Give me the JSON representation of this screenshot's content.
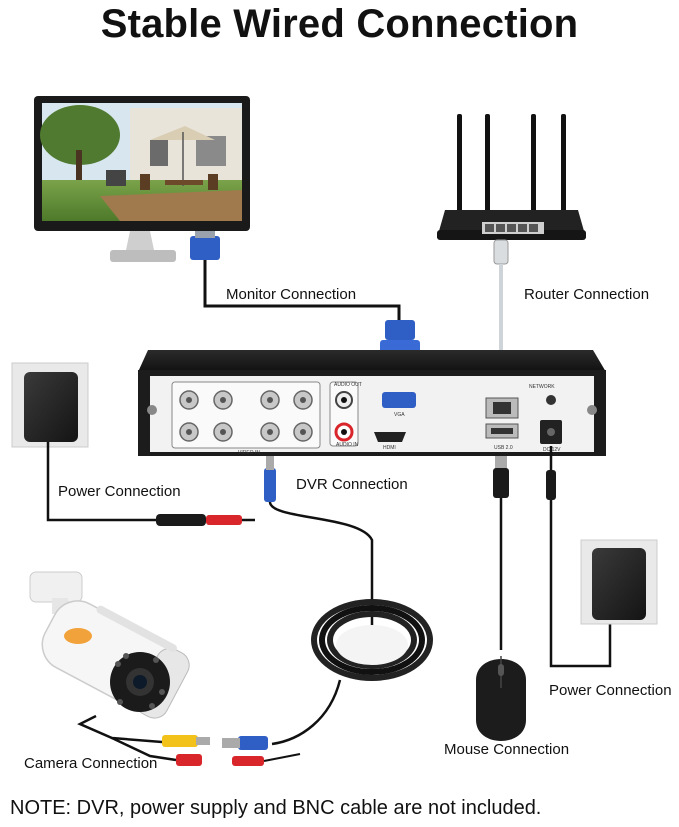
{
  "title": "Stable Wired Connection",
  "labels": {
    "monitor": "Monitor Connection",
    "router": "Router Connection",
    "power_left": "Power Connection",
    "dvr": "DVR Connection",
    "power_right": "Power Connection",
    "mouse": "Mouse Connection",
    "camera": "Camera Connection"
  },
  "dvr_panel": {
    "audio_out": "AUDIO OUT",
    "audio_in": "AUDIO IN",
    "vga": "VGA",
    "hdmi": "HDMI",
    "video_in": "VIDEO IN",
    "network": "NETWORK",
    "usb": "USB 2.0",
    "dc": "DC 12V"
  },
  "note": "NOTE: DVR, power supply and BNC cable are not included.",
  "colors": {
    "vga_blue": "#2f5fc4",
    "rca_red": "#d8262a",
    "rca_yellow": "#f2c21a",
    "dvr_body": "#1c1c1c",
    "panel": "#f2f2f2"
  }
}
